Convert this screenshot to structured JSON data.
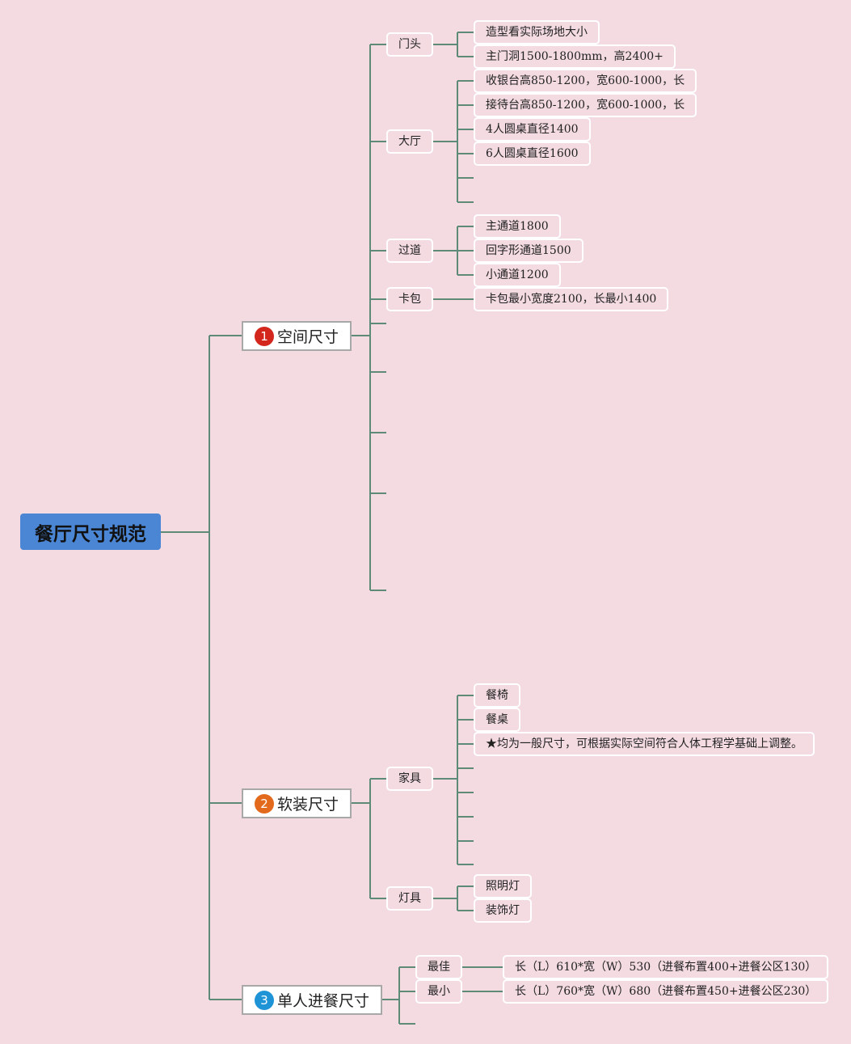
{
  "root": {
    "label": "餐厅尺寸规范"
  },
  "space": {
    "number": "1",
    "label": "空间尺寸",
    "badge_color": "#d3261d",
    "door": {
      "label": "门头",
      "items": [
        "造型看实际场地大小",
        "主门洞1500-1800mm，高2400+"
      ]
    },
    "hall": {
      "label": "大厅",
      "items": [
        "收银台高850-1200，宽600-1000，长",
        "接待台高850-1200，宽600-1000，长",
        "4人圆桌直径1400",
        "6人圆桌直径1600"
      ]
    },
    "aisle": {
      "label": "过道",
      "items": [
        "主通道1800",
        "回字形通道1500",
        "小通道1200"
      ]
    },
    "booth": {
      "label": "卡包",
      "items": [
        "卡包最小宽度2100，长最小1400"
      ]
    }
  },
  "soft": {
    "number": "2",
    "label": "软装尺寸",
    "badge_color": "#e36a1c",
    "furniture": {
      "label": "家具",
      "items": [
        "餐椅",
        "餐桌",
        "★均为一般尺寸，可根据实际空间符合人体工程学基础上调整。"
      ]
    },
    "lamps": {
      "label": "灯具",
      "items": [
        "照明灯",
        "装饰灯"
      ]
    }
  },
  "dining": {
    "number": "3",
    "label": "单人进餐尺寸",
    "badge_color": "#1e93d6",
    "best": {
      "label": "最佳",
      "value": "长（L）610*宽（W）530（进餐布置400+进餐公区130）"
    },
    "min": {
      "label": "最小",
      "value": "长（L）760*宽（W）680（进餐布置450+进餐公区230）"
    }
  },
  "colors": {
    "background": "#f3dbe1",
    "root": "#4a86d4",
    "connector": "#5e8a78"
  }
}
